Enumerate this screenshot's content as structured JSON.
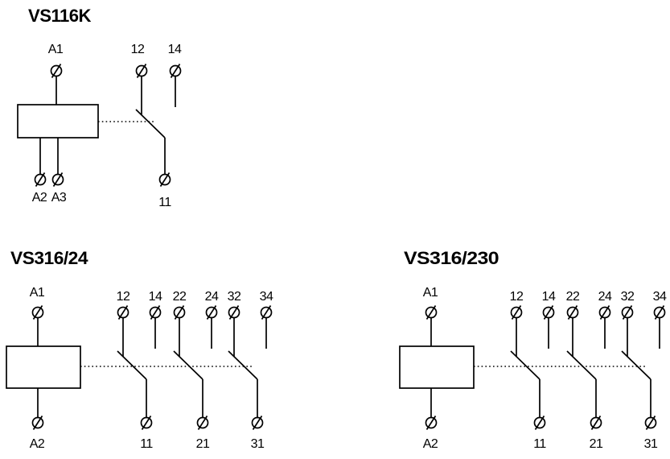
{
  "page": {
    "background": "#ffffff",
    "line_color": "#000000",
    "text_color": "#000000"
  },
  "diagrams": [
    {
      "id": "vs116k",
      "title": "VS116K",
      "labels": {
        "coil_top": "A1",
        "coil_bottom_1": "A2",
        "coil_bottom_2": "A3",
        "c1_nc": "12",
        "c1_no": "14",
        "c1_com": "11"
      }
    },
    {
      "id": "vs316-24",
      "title": "VS316/24",
      "labels": {
        "coil_top": "A1",
        "coil_bottom_1": "A2",
        "c1_nc": "12",
        "c1_no": "14",
        "c1_com": "11",
        "c2_nc": "22",
        "c2_no": "24",
        "c2_com": "21",
        "c3_nc": "32",
        "c3_no": "34",
        "c3_com": "31"
      }
    },
    {
      "id": "vs316-230",
      "title": "VS316/230",
      "labels": {
        "coil_top": "A1",
        "coil_bottom_1": "A2",
        "c1_nc": "12",
        "c1_no": "14",
        "c1_com": "11",
        "c2_nc": "22",
        "c2_no": "24",
        "c2_com": "21",
        "c3_nc": "32",
        "c3_no": "34",
        "c3_com": "31"
      }
    }
  ]
}
